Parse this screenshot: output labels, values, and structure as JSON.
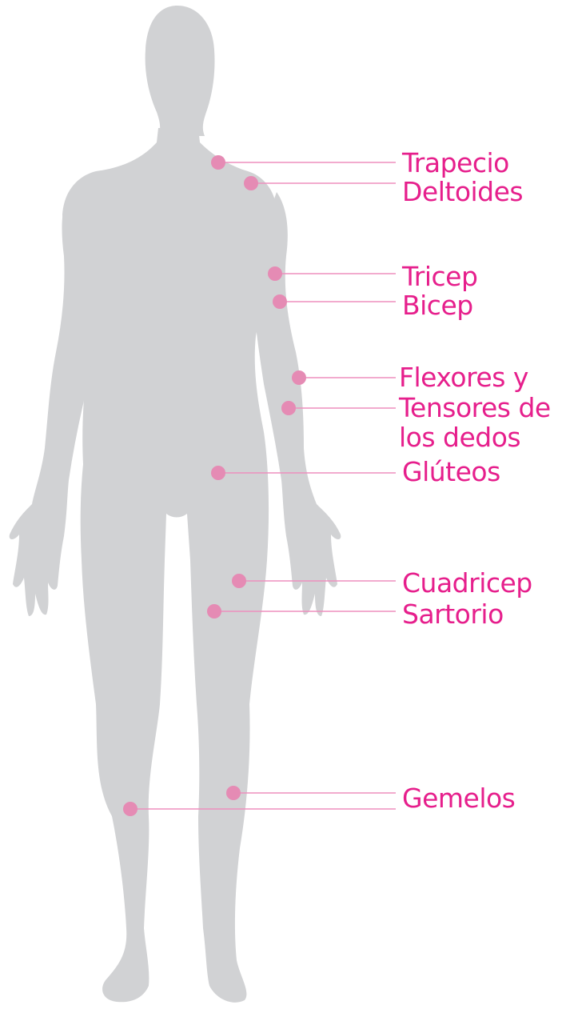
{
  "colors": {
    "silhouette": "#d1d2d4",
    "marker": "#e58bb4",
    "leader_line": "#ee8fbd",
    "label_text": "#e61f8c"
  },
  "labels": {
    "trapecio": "Trapecio",
    "deltoides": "Deltoides",
    "tricep": "Tricep",
    "bicep": "Bicep",
    "flexores_line1": "Flexores y",
    "flexores_line2": "Tensores de",
    "flexores_line3": "los dedos",
    "gluteos": "Glúteos",
    "cuadricep": "Cuadricep",
    "sartorio": "Sartorio",
    "gemelos": "Gemelos"
  }
}
